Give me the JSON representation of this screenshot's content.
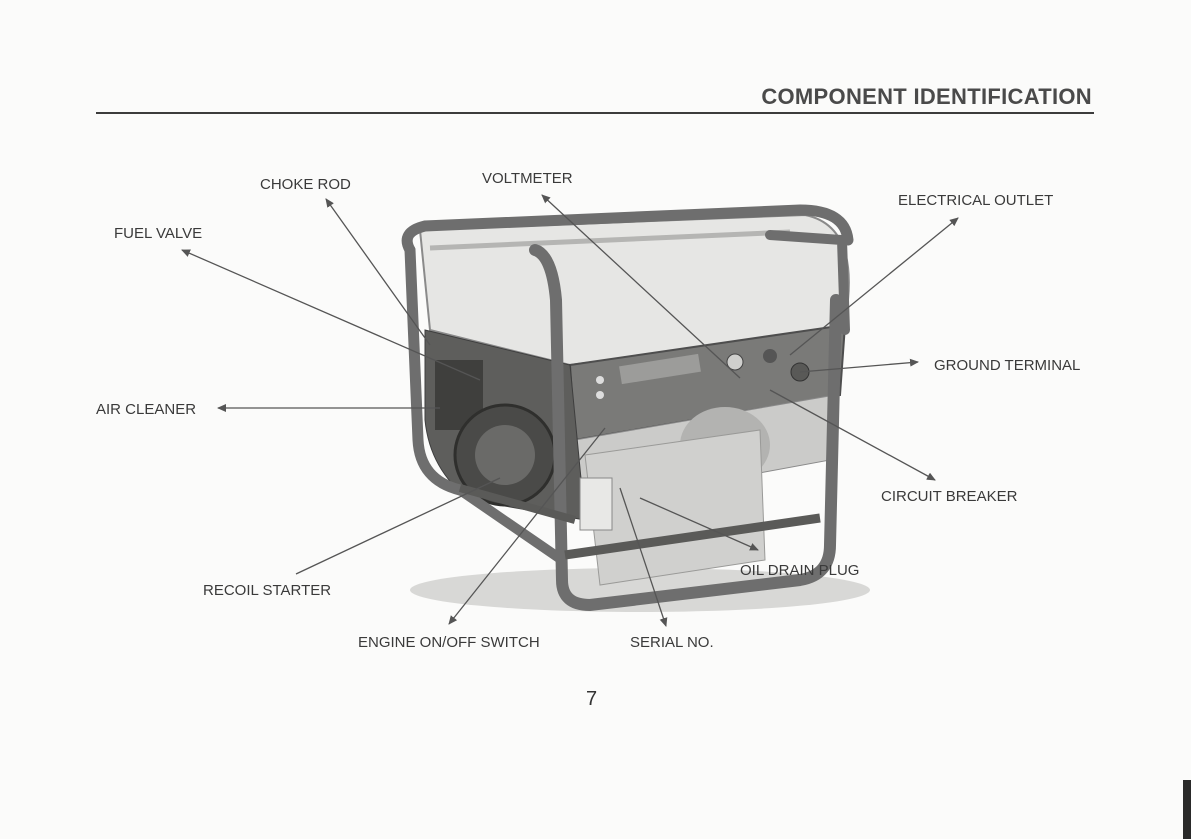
{
  "header": {
    "title": "COMPONENT IDENTIFICATION"
  },
  "labels": {
    "choke_rod": "CHOKE ROD",
    "voltmeter": "VOLTMETER",
    "electrical_outlet": "ELECTRICAL OUTLET",
    "fuel_valve": "FUEL VALVE",
    "ground_terminal": "GROUND TERMINAL",
    "air_cleaner": "AIR CLEANER",
    "circuit_breaker": "CIRCUIT BREAKER",
    "oil_drain_plug": "OIL DRAIN PLUG",
    "recoil_starter": "RECOIL STARTER",
    "engine_switch": "ENGINE ON/OFF SWITCH",
    "serial_no": "SERIAL NO."
  },
  "footer": {
    "page_number": "7"
  },
  "colors": {
    "ink": "#3a3a3a",
    "frame": "#6e6e6e",
    "paper": "#fbfbfa"
  }
}
